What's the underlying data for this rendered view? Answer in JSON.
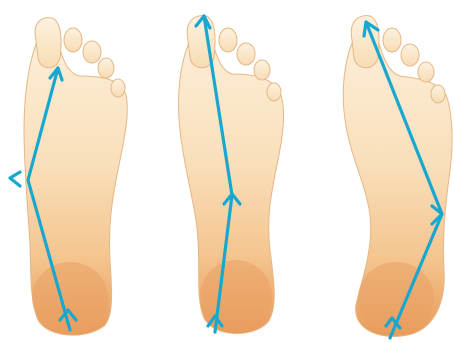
{
  "illustration": {
    "panels": [
      {
        "name": "left-foot-gait-path"
      },
      {
        "name": "center-foot-gait-path"
      },
      {
        "name": "right-foot-gait-path"
      }
    ],
    "colors": {
      "skin_light": "#fbe6c6",
      "skin_mid": "#f4c690",
      "skin_heel": "#e99a59",
      "outline": "#e6b786",
      "line": "#18a8cf",
      "background": "#ffffff"
    }
  }
}
